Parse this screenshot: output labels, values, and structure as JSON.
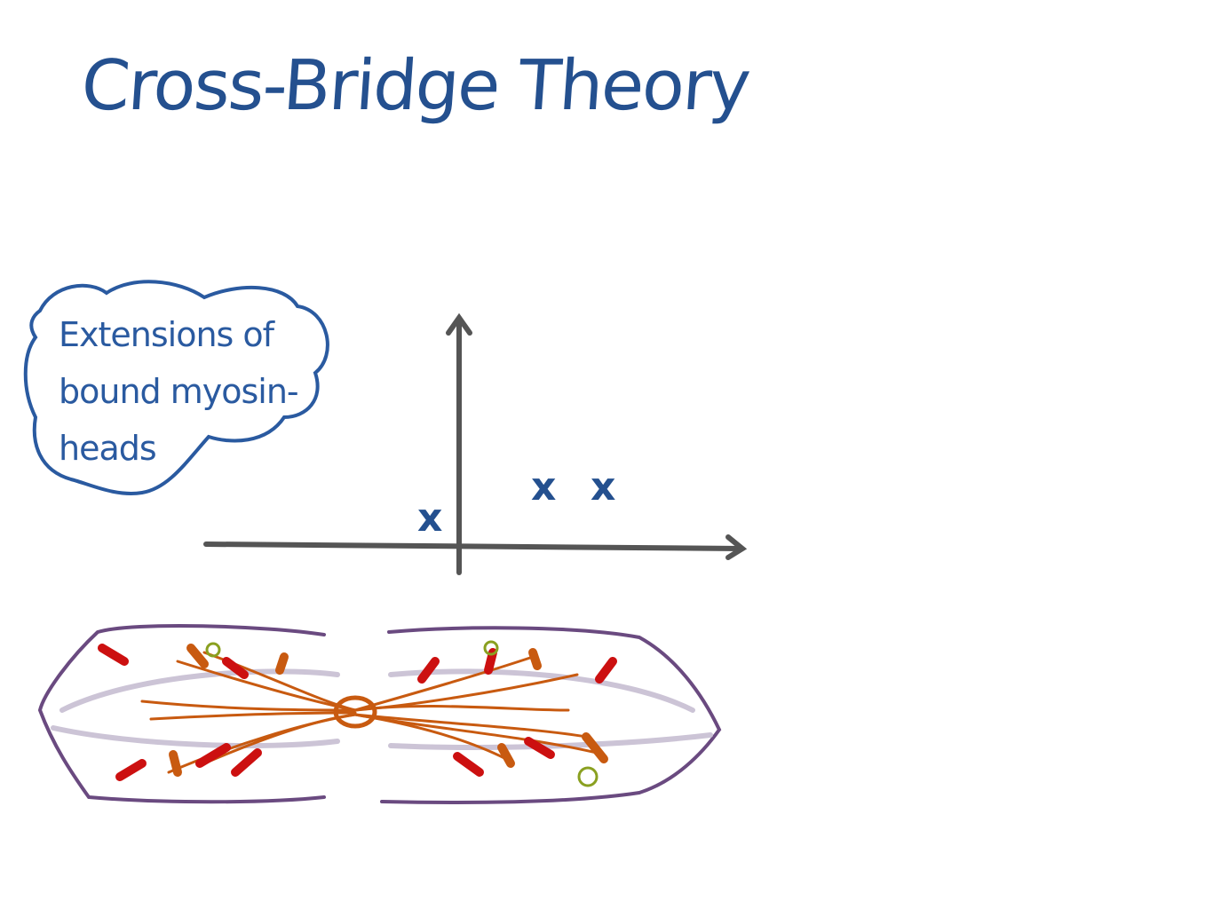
{
  "title": "Cross-Bridge Theory",
  "note": {
    "text": "Extensions of bound myosin-heads"
  },
  "graph": {
    "marks": [
      "x",
      "x",
      "x"
    ]
  },
  "colors": {
    "ink": "#24508f",
    "axis": "#555555",
    "actin": "#6a4a80",
    "myosin": "#c85a10",
    "head_bound": "#cc1010",
    "binding_site": "#8aa020"
  }
}
